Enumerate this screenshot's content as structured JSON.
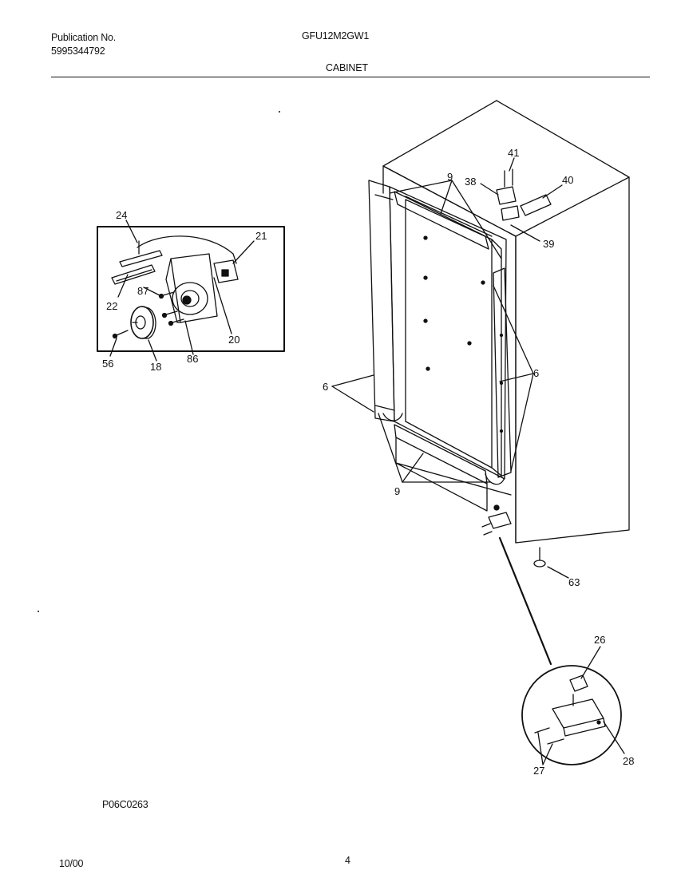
{
  "header": {
    "publication_label": "Publication No.",
    "publication_number": "5995344792",
    "model": "GFU12M2GW1",
    "section": "CABINET"
  },
  "footer": {
    "figure_code": "P06C0263",
    "date": "10/00",
    "page_number": "4"
  },
  "callouts": {
    "c24": "24",
    "c21": "21",
    "c22": "22",
    "c87": "87",
    "c20": "20",
    "c56": "56",
    "c18": "18",
    "c86": "86",
    "c41": "41",
    "c38": "38",
    "c40": "40",
    "c39": "39",
    "c9_top": "9",
    "c9_bottom": "9",
    "c6_left": "6",
    "c6_right": "6",
    "c63": "63",
    "c26": "26",
    "c27": "27",
    "c28": "28"
  }
}
